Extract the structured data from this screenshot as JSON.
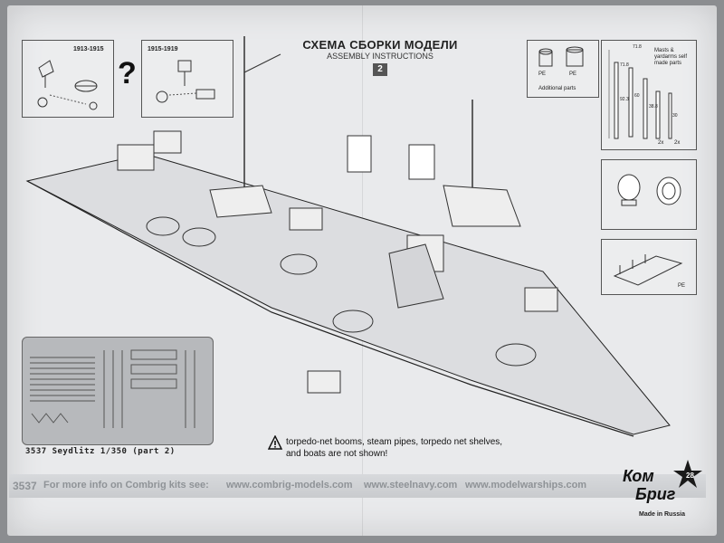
{
  "header": {
    "title_ru": "СХЕМА СБОРКИ МОДЕЛИ",
    "title_en": "ASSEMBLY INSTRUCTIONS",
    "step": "2"
  },
  "variants": {
    "left_label": "1913-1915",
    "right_label": "1915-1919",
    "question": "?"
  },
  "additional_parts": {
    "caption": "Additional parts",
    "pe_tags": [
      "PE",
      "PE"
    ]
  },
  "masts": {
    "caption": "Masts & yardarms self made parts",
    "dims": [
      "71.8",
      "71.8",
      "60",
      "38.8",
      "92.3",
      "30",
      "2x",
      "2x"
    ]
  },
  "rail_detail": {
    "pe_tag": "PE"
  },
  "pe_sheet": {
    "caption": "3537 Seydlitz 1/350 (part 2)"
  },
  "warning": {
    "text": "torpedo-net booms, steam pipes, torpedo net shelves, and boats are not shown!"
  },
  "footer": {
    "code": "3537",
    "lead": "For more info on Combrig kits see:",
    "sites": [
      "www.combrig-models.com",
      "www.steelnavy.com",
      "www.modelwarships.com"
    ]
  },
  "brand": {
    "line1": "Ком",
    "line2": "Бриг",
    "made_in": "Made in Russia"
  }
}
